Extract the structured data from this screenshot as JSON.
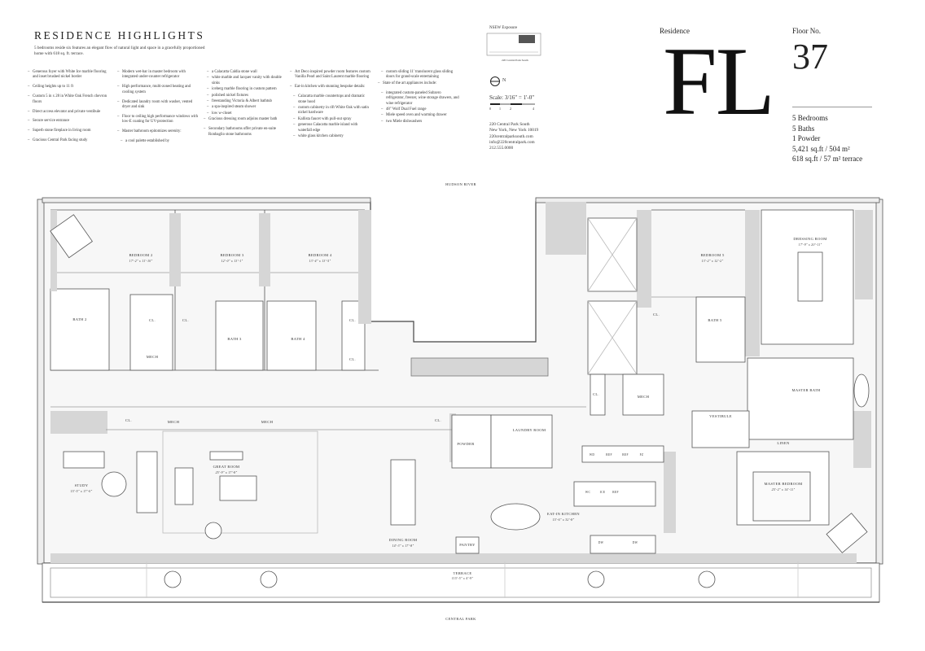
{
  "highlights": {
    "title": "RESIDENCE HIGHLIGHTS",
    "intro": "5 bedrooms reside six features an elegant flow of natural light and space in a gracefully proportioned home with 618 sq. ft. terrace.",
    "col1": [
      "Generous foyer with White Ice marble flooring and inset brushed nickel border",
      "Ceiling heights up to 11 ft",
      "Custom 5 in x 28 in White Oak French chevron floors",
      "Direct access elevator and private vestibule",
      "Secure service entrance",
      "Superb stone fireplace in living room",
      "Gracious Central Park facing study"
    ],
    "col2": [
      "Modern wet-bar in master bedroom with integrated under-counter refrigerator",
      "High performance, multi-zoned heating and cooling system",
      "Dedicated laundry room with washer, vented dryer and sink",
      "Floor to ceiling high performance windows with low-E coating for UV-protection",
      "Master bathroom epitomizes serenity:",
      "a cool palette established by"
    ],
    "col3": [
      "a Calacatta Caldia stone wall",
      "white marble and lacquer vanity with double sinks",
      "iceberg marble flooring in custom pattern",
      "polished nickel fixtures",
      "freestanding Victoria & Albert bathtub",
      "a spa-inspired steam shower",
      "low w-closet",
      "Gracious dressing room adjoins master bath",
      "Secondary bathrooms offer private en-suite Ronbaglio stone bathrooms"
    ],
    "col4": [
      "Art Deco inspired powder room features custom Vanilla Pearl and Saint Laurent marble flooring",
      "Eat-in kitchen with stunning bespoke details:",
      "Calacatta marble countertops and dramatic stone hood",
      "custom cabinetry in rift White Oak with satin nickel hardware",
      "Kallista faucet with pull-out spray",
      "generous Calacatta marble island with waterfall edge",
      "white glass kitchen cabinetry"
    ],
    "col5": [
      "custom sliding 11' translucent glass sliding doors for grand-scale entertaining",
      "State of the art appliances include:",
      "integrated custom-paneled Subzero refrigerator, freezer, wine storage drawers, and wine refrigerator",
      "48\" Wolf Dual Fuel range",
      "Miele speed oven and warming drawer",
      "two Miele dishwashers"
    ]
  },
  "key_plan": {
    "label": "NSEW Exposure",
    "sublabel": "220 Central Park South",
    "compass": "N",
    "scale": "Scale: 3/16\" = 1'-0\"",
    "scale_ticks": [
      "0",
      "1",
      "2",
      "4"
    ]
  },
  "address": [
    "220 Central Park South",
    "New York, New York 10019",
    "220centralparksouth.com",
    "info@220centralpark.com",
    "212.555.0000"
  ],
  "residence": {
    "label": "Residence",
    "letters": "FL",
    "floor_label": "Floor No.",
    "floor_number": "37",
    "stats": [
      "5 Bedrooms",
      "5 Baths",
      "1 Powder",
      "5,421 sq.ft / 504 m²",
      "618 sq.ft / 57 m² terrace"
    ]
  },
  "plan": {
    "north_label": "HUDSON RIVER",
    "south_label": "CENTRAL PARK",
    "terrace": {
      "name": "TERRACE",
      "dim": "115'-5\" x 4'-9\""
    },
    "rooms": [
      {
        "name": "BEDROOM 2",
        "dim": "17'-2\" x 11'-10\""
      },
      {
        "name": "BEDROOM 3",
        "dim": "12'-0\" x 13'-1\""
      },
      {
        "name": "BEDROOM 4",
        "dim": "13'-4\" x 13'-5\""
      },
      {
        "name": "BEDROOM 5",
        "dim": "13'-2\" x 12'-2\""
      },
      {
        "name": "DRESSING ROOM",
        "dim": "17'-9\" x 20'-11\""
      },
      {
        "name": "GREAT ROOM",
        "dim": "25'-9\" x 17'-8\""
      },
      {
        "name": "STUDY",
        "dim": "15'-5\" x 17'-0\""
      },
      {
        "name": "DINING ROOM",
        "dim": "14'-3\" x 17'-8\""
      },
      {
        "name": "EAT-IN KITCHEN",
        "dim": "15'-6\" x 32'-8\""
      },
      {
        "name": "MASTER BEDROOM",
        "dim": "25'-2\" x 14'-11\""
      }
    ],
    "labels": [
      "BATH 2",
      "BATH 3",
      "BATH 4",
      "BATH 5",
      "MASTER BATH",
      "LAUNDRY ROOM",
      "POWDER",
      "VESTIBULE",
      "LINEN",
      "PANTRY",
      "MECH",
      "CL."
    ],
    "appliances": [
      "WD",
      "REF",
      "REF",
      "FZ",
      "WC",
      "ICE",
      "REF",
      "DW",
      "DW"
    ]
  }
}
